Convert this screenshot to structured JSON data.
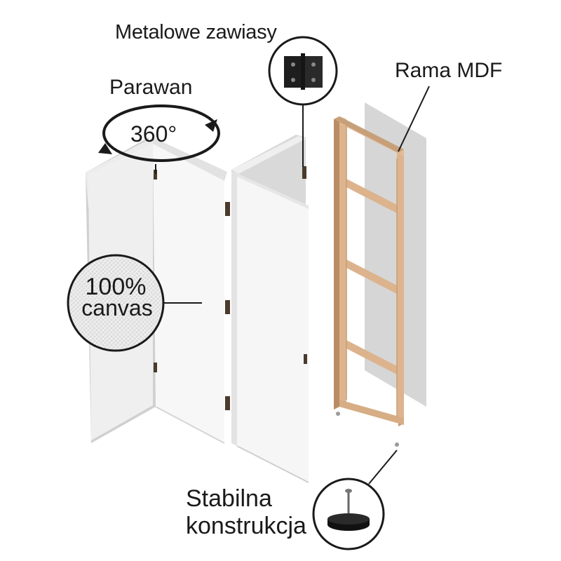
{
  "labels": {
    "hinges": "Metalowe zawiasy",
    "frame": "Rama MDF",
    "screen": "Parawan",
    "rotation": "360°",
    "canvas_line1": "100%",
    "canvas_line2": "canvas",
    "stable_line1": "Stabilna",
    "stable_line2": "konstrukcja"
  },
  "colors": {
    "panel": "#f4f4f4",
    "panel_shadow": "#d3d3d3",
    "mdf_wood": "#dcb38c",
    "mdf_edge": "#b98d63",
    "hinge": "#4a3a2c",
    "leader_line": "#1a1a1a"
  }
}
